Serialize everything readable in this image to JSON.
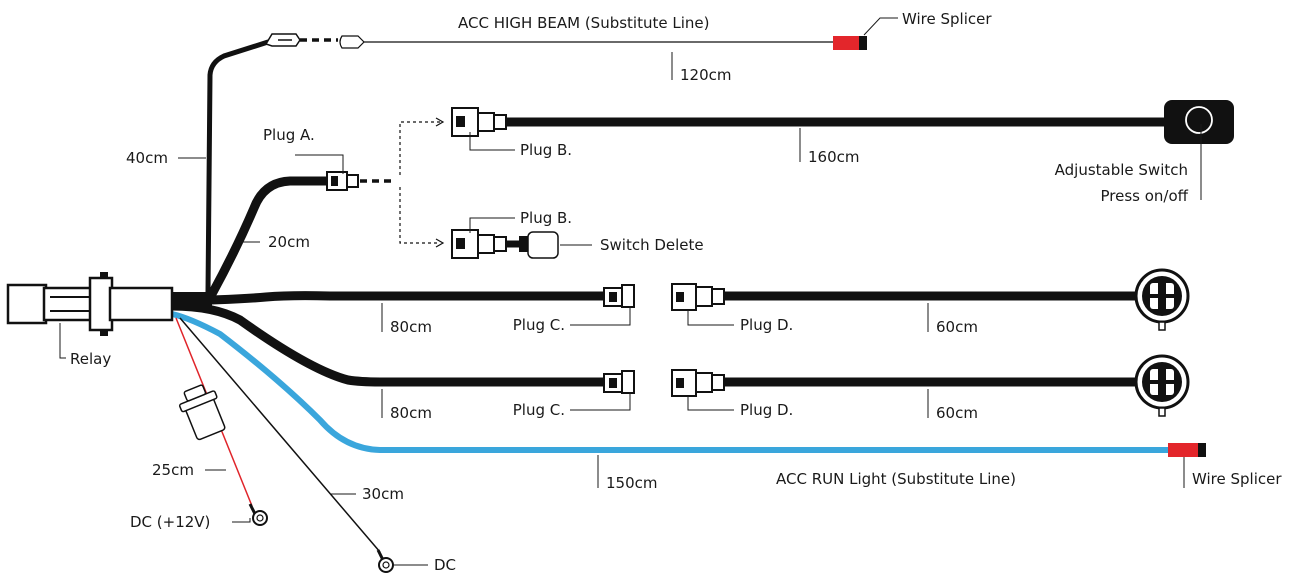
{
  "colors": {
    "wire": "#111111",
    "run_wire": "#3aa6dc",
    "power_wire": "#e0242a",
    "splicer_red": "#e3262b",
    "text": "#1a1a1a"
  },
  "labels": {
    "acc_high_beam": "ACC HIGH BEAM (Substitute Line)",
    "wire_splicer_top": "Wire Splicer",
    "len_120": "120cm",
    "len_40": "40cm",
    "plug_a": "Plug A.",
    "plug_b_top": "Plug B.",
    "len_160": "160cm",
    "adjustable_switch": "Adjustable Switch",
    "press_on_off": "Press on/off",
    "len_20": "20cm",
    "plug_b_bottom": "Plug B.",
    "switch_delete": "Switch Delete",
    "len_80_upper": "80cm",
    "plug_c_upper": "Plug C.",
    "plug_d_upper": "Plug D.",
    "len_60_upper": "60cm",
    "relay": "Relay",
    "len_80_lower": "80cm",
    "plug_c_lower": "Plug C.",
    "plug_d_lower": "Plug D.",
    "len_60_lower": "60cm",
    "len_25": "25cm",
    "len_30": "30cm",
    "len_150": "150cm",
    "acc_run_light": "ACC RUN Light (Substitute Line)",
    "wire_splicer_bottom": "Wire Splicer",
    "dc_12v": "DC (+12V)",
    "dc": "DC"
  }
}
